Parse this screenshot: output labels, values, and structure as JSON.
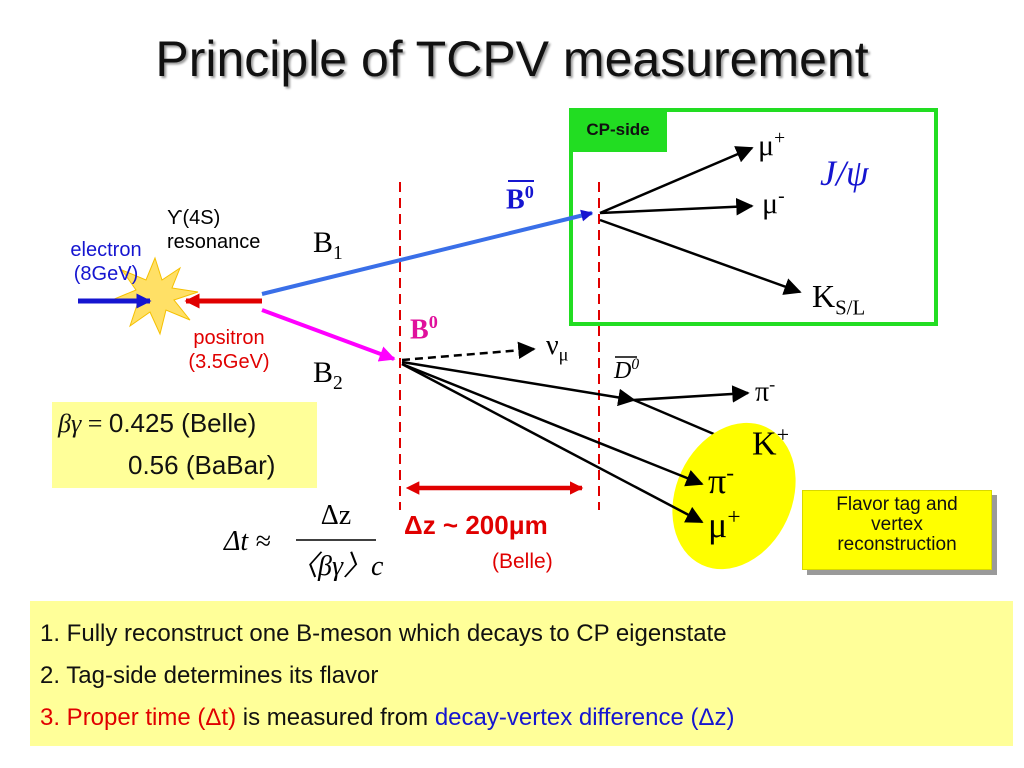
{
  "title": "Principle of TCPV measurement",
  "cp_side_label": "CP-side",
  "upsilon": {
    "line1": "ϒ(4S)",
    "line2": "resonance"
  },
  "electron": {
    "line1": "electron",
    "line2": "(8GeV)"
  },
  "positron": {
    "line1": "positron",
    "line2": "(3.5GeV)"
  },
  "b1": {
    "base": "B",
    "sub": "1"
  },
  "b2": {
    "base": "B",
    "sub": "2"
  },
  "b0bar": {
    "base": "B",
    "sup": "0"
  },
  "b0": {
    "base": "B",
    "sup": "0"
  },
  "jpsi": "J/ψ",
  "mu_plus_cp": {
    "base": "μ",
    "sup": "+"
  },
  "mu_minus_cp": {
    "base": "μ",
    "sup": "-"
  },
  "ksl": {
    "base": "K",
    "sub": "S/L"
  },
  "nu_mu": {
    "base": "ν",
    "sub": "μ"
  },
  "d0bar": {
    "base": "D",
    "sup": "0"
  },
  "pi_minus_d": {
    "base": "π",
    "sup": "-"
  },
  "k_plus": {
    "base": "K",
    "sup": "+"
  },
  "pi_minus_tag": {
    "base": "π",
    "sup": "-"
  },
  "mu_plus_tag": {
    "base": "μ",
    "sup": "+"
  },
  "betagamma": {
    "symbol": "βγ",
    "eq": " = ",
    "belle": "0.425 (Belle)",
    "babar": "0.56 (BaBar)"
  },
  "dt_formula": {
    "lhs": "Δt ≈",
    "num": "Δz",
    "den": "〈βγ〉c"
  },
  "dz_label": {
    "main": "Δz ~ 200μm",
    "sub": "(Belle)"
  },
  "flavor_box": {
    "line1": "Flavor tag and",
    "line2": "vertex",
    "line3": "reconstruction"
  },
  "bottom_list": {
    "item1": "1.  Fully reconstruct one B-meson which decays to CP eigenstate",
    "item2": "2.  Tag-side determines its flavor",
    "item3_a": "3.  Proper time (Δt)",
    "item3_b": " is measured from ",
    "item3_c": "decay-vertex difference (Δz)"
  },
  "colors": {
    "cp_box": "#22dd22",
    "electron": "#1515d0",
    "positron": "#e00000",
    "b1_line": "#3a6fe8",
    "b2_line": "#ff00ff",
    "highlight": "#ffff00",
    "dashed": "#e00000"
  }
}
